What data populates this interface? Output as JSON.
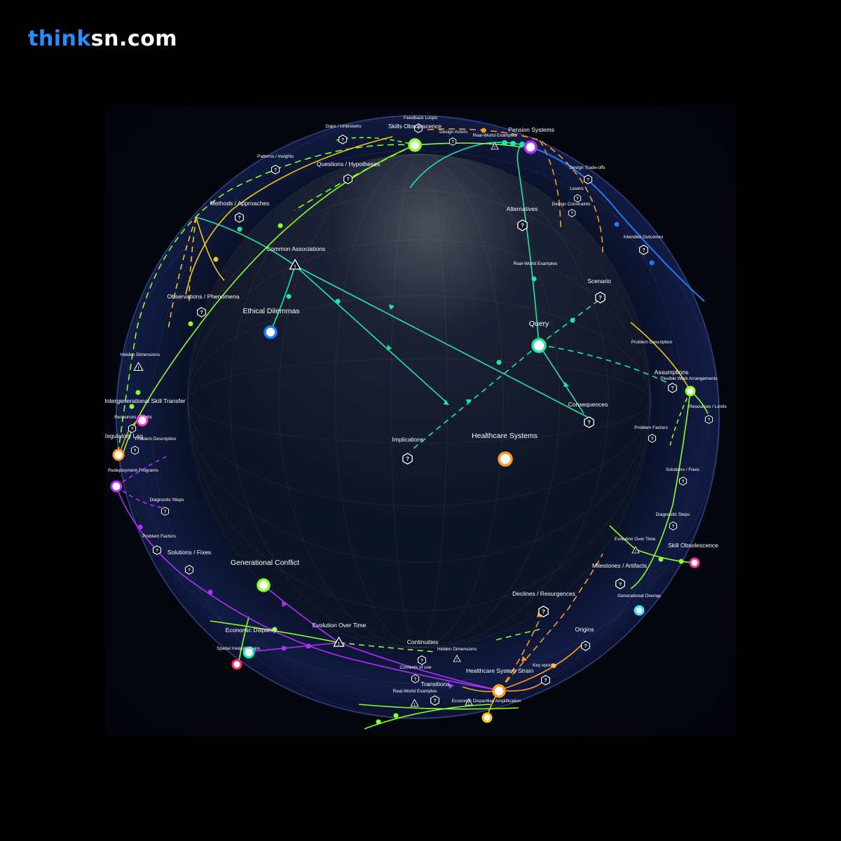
{
  "brand": {
    "part1": "think",
    "part2": "sn.com"
  },
  "nodes": {
    "skills_obsolescence_top": "Skills Obsolescence",
    "feedback_loops": "Feedback Loops",
    "gaps_unknowns": "Gaps / Unknowns",
    "design_actors": "Design Actors",
    "real_world_examples_top": "Real-World Examples",
    "pension_systems": "Pension Systems",
    "design_tradeoffs": "Design Trade-offs",
    "levers": "Levers",
    "design_constraints": "Design Constraints",
    "patterns_insights": "Patterns / Insights",
    "questions_hypotheses": "Questions / Hypotheses",
    "methods_approaches": "Methods / Approaches",
    "alternatives": "Alternatives",
    "intended_outcomes": "Intended Outcomes",
    "common_associations": "Common Associations",
    "real_world_examples_mid": "Real-World Examples",
    "scenario": "Scenario",
    "observations_phenomena": "Observations / Phenomena",
    "ethical_dilemmas": "Ethical Dilemmas",
    "query": "Query",
    "problem_description_right": "Problem Description",
    "hidden_dimensions_left": "Hidden Dimensions",
    "assumptions": "Assumptions",
    "flexible_work": "Flexible Work Arrangements",
    "intergenerational": "Intergenerational Skill Transfer",
    "resources_limits_left": "Resources / Limits",
    "consequences": "Consequences",
    "resources_limits_right": "Resources / Limits",
    "regulatory_lag": "Regulatory Lag",
    "problem_description_left": "Problem Description",
    "problem_factors_right": "Problem Factors",
    "implications": "Implications",
    "healthcare_systems": "Healthcare Systems",
    "redeployment": "Redeployment Programs",
    "solutions_fixes_right": "Solutions / Fixes",
    "diagnostic_steps_left": "Diagnostic Steps",
    "diagnostic_steps_right": "Diagnostic Steps",
    "problem_factors_left": "Problem Factors",
    "evolution_over_time_right": "Evolution Over Time",
    "solutions_fixes_left": "Solutions / Fixes",
    "skill_obsolescence_right": "Skill Obsolescence",
    "generational_conflict": "Generational Conflict",
    "milestones_artifacts": "Milestones / Artifacts",
    "declines_resurgences": "Declines / Resurgences",
    "generational_overlap": "Generational Overlap",
    "economic_disparity": "Economic Disparity",
    "evolution_over_time_bottom": "Evolution Over Time",
    "origins": "Origins",
    "spatial_inequity": "Spatial Inequity Gaps",
    "continuities": "Continuities",
    "hidden_dimensions_bottom": "Hidden Dimensions",
    "key_epochs": "Key epochs",
    "contexts_of_use": "Contexts of use",
    "healthcare_strain": "Healthcare System Strain",
    "transitions": "Transitions",
    "real_world_examples_bottom": "Real-World Examples",
    "economic_disparities_amp": "Economic Disparities Amplification"
  },
  "colors": {
    "green": "#8bff2a",
    "teal": "#21e8a0",
    "orange": "#ff9a1f",
    "yellow": "#f2c418",
    "blue": "#1e7bff",
    "purple": "#b030ff",
    "magenta": "#ff2e9a",
    "cyan": "#29e6ff",
    "sphere": "#0b1226"
  }
}
